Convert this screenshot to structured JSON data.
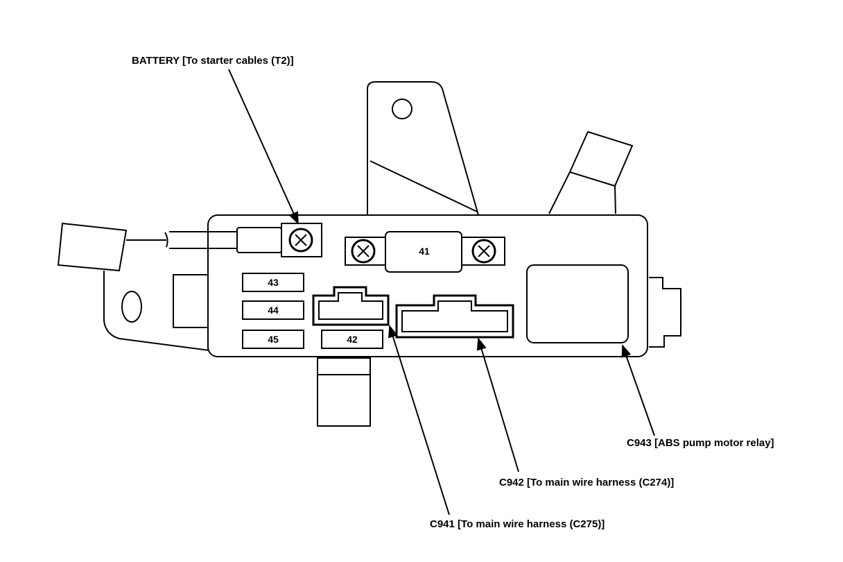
{
  "labels": {
    "battery": "BATTERY [To starter cables (T2)]",
    "c943": "C943 [ABS pump motor relay]",
    "c942": "C942 [To main wire harness (C274)]",
    "c941": "C941 [To main wire harness (C275)]"
  },
  "fuses": {
    "f41": "41",
    "f42": "42",
    "f43": "43",
    "f44": "44",
    "f45": "45"
  }
}
